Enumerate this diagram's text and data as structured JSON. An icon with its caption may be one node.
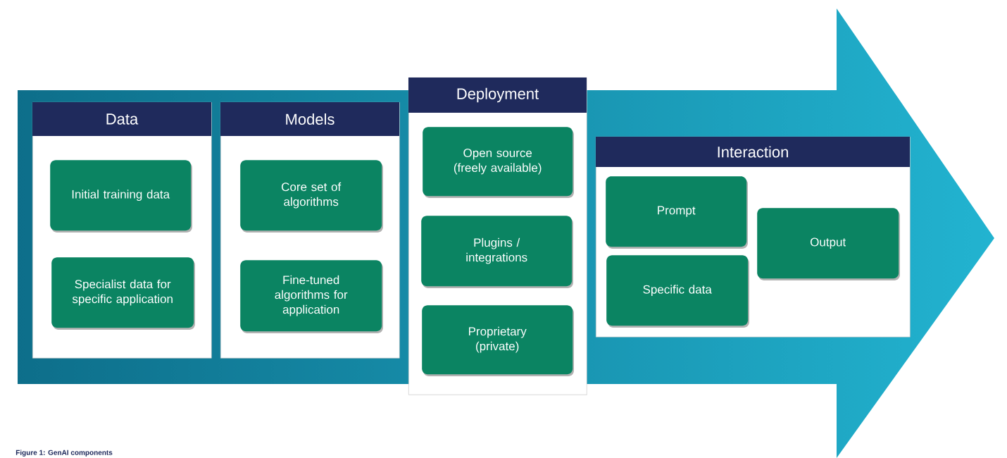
{
  "diagram": {
    "caption": "Figure 1: GenAI components",
    "nodes": [
      {
        "text": [
          "Data"
        ]
      },
      {
        "text": [
          "Initial training data"
        ],
        "in": 0
      },
      {
        "text": [
          "Specialist data for specific application"
        ],
        "in": 0
      },
      {
        "text": [
          "Models"
        ]
      },
      {
        "text": [
          "Core set of algorithms"
        ],
        "in": 3
      },
      {
        "text": [
          "Fine-tuned algorithms for application"
        ],
        "in": 3
      },
      {
        "text": [
          "Deployment"
        ]
      },
      {
        "text": [
          "Open source (freely available)"
        ],
        "in": 6
      },
      {
        "text": [
          "Plugins / integrations"
        ],
        "in": 6
      },
      {
        "text": [
          "Proprietary (private)"
        ],
        "in": 6
      },
      {
        "text": [
          "Interaction"
        ]
      },
      {
        "text": [
          "Prompt"
        ],
        "in": 10
      },
      {
        "text": [
          "Specific data"
        ],
        "in": 10
      },
      {
        "text": [
          "Output"
        ],
        "in": 10
      }
    ],
    "edges": []
  }
}
